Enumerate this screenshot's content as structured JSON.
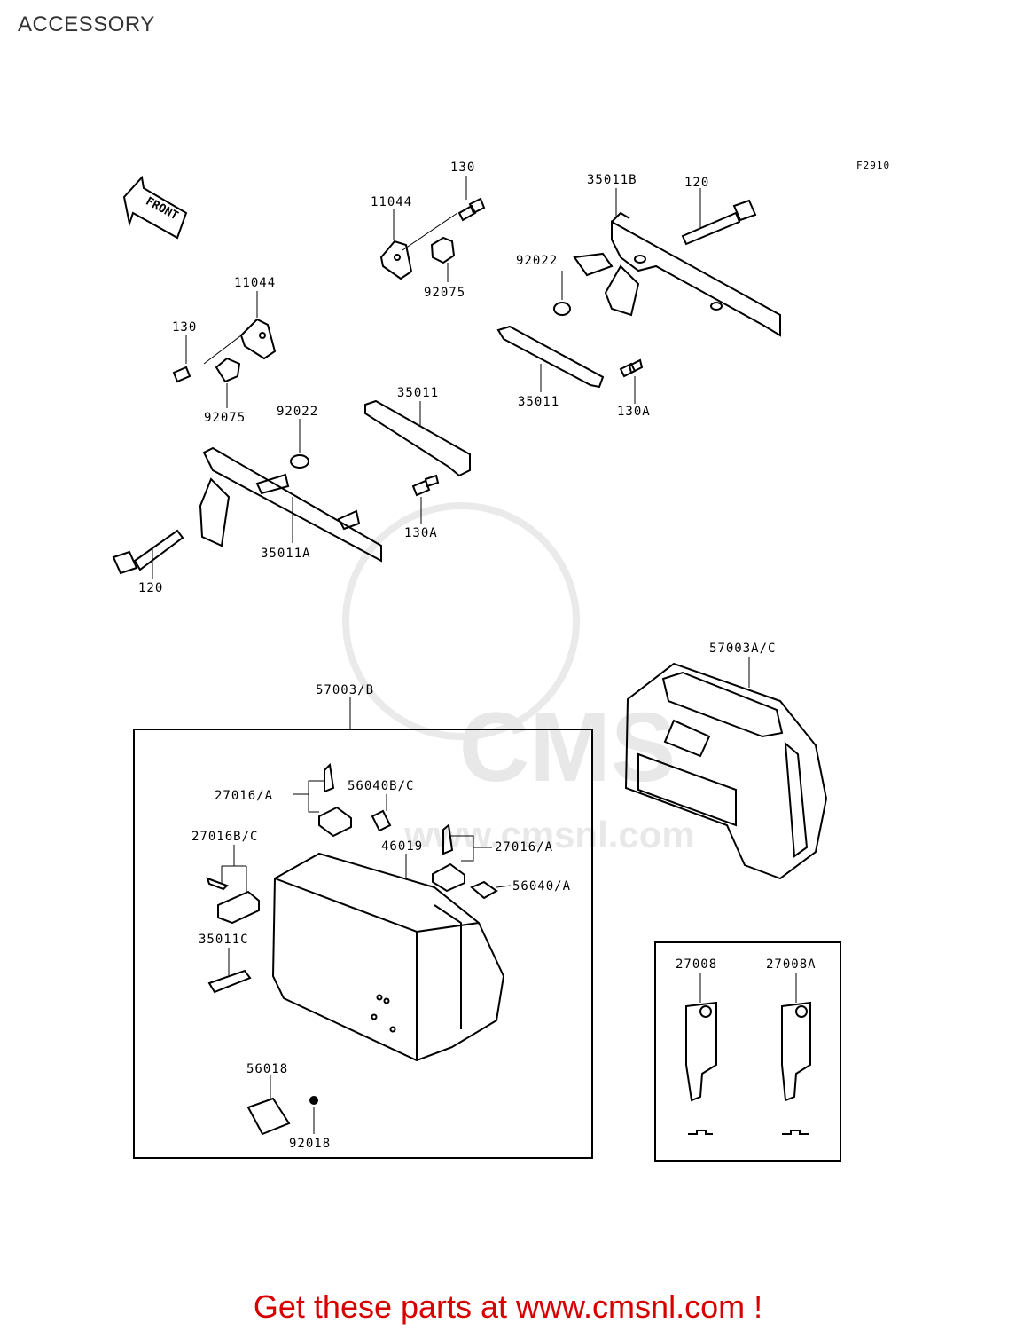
{
  "title": "ACCESSORY",
  "figure_code": "F2910",
  "front_label": "FRONT",
  "watermark": {
    "brand": "CMS",
    "url": "www.cmsnl.com"
  },
  "cta": {
    "text": "Get these parts at www.cmsnl.com !",
    "color": "#d60000"
  },
  "labels": {
    "p130_top": "130",
    "p11044_top": "11044",
    "p92075_top": "92075",
    "p35011B": "35011B",
    "p120_top": "120",
    "p92022_top": "92022",
    "p35011_right": "35011",
    "p130A_right": "130A",
    "p11044_left": "11044",
    "p130_left": "130",
    "p92075_left": "92075",
    "p92022_mid": "92022",
    "p35011_mid": "35011",
    "p130A_mid": "130A",
    "p35011A": "35011A",
    "p120_bottom": "120",
    "p57003AC": "57003A/C",
    "p57003B": "57003/B",
    "p27016A_1": "27016/A",
    "p56040BC": "56040B/C",
    "p27016BC": "27016B/C",
    "p46019": "46019",
    "p27016A_2": "27016/A",
    "p56040A": "56040/A",
    "p35011C": "35011C",
    "p56018": "56018",
    "p92018": "92018",
    "p27008": "27008",
    "p27008A": "27008A"
  }
}
